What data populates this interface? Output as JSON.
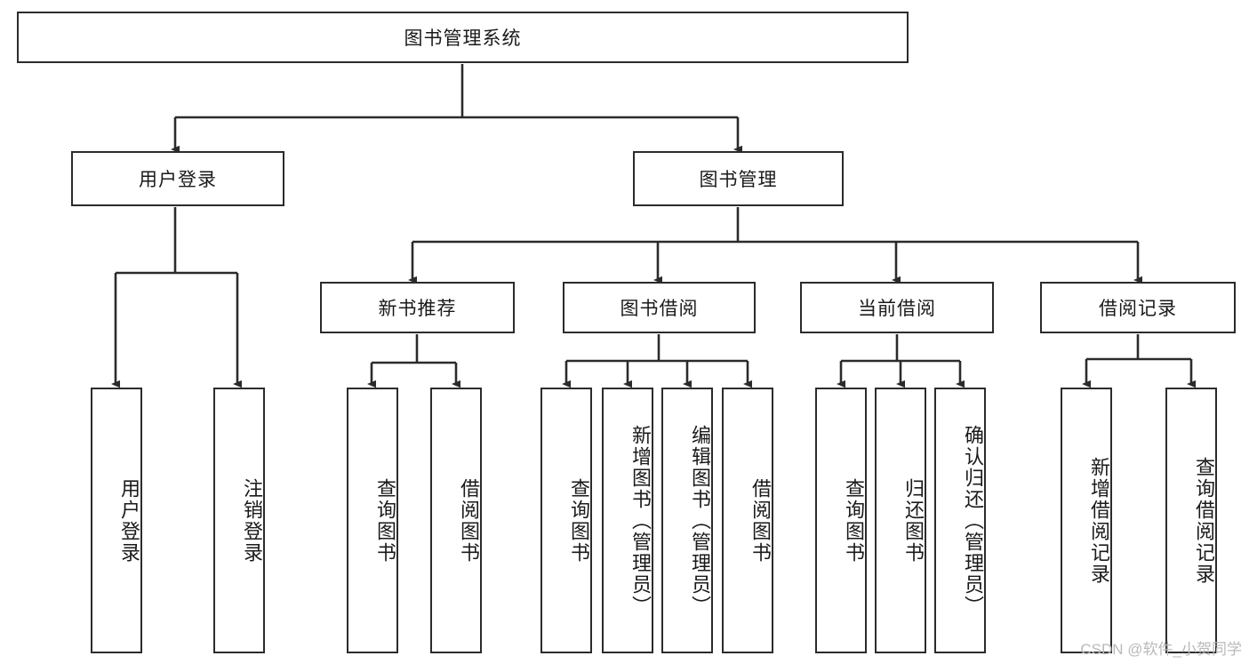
{
  "diagram": {
    "title": "图书管理系统",
    "type": "hierarchy-tree",
    "levels": 4,
    "line_color": "#2b2b2b",
    "box_fill": "#ffffff",
    "text_color": "#1a1a1a"
  },
  "root": {
    "label": "图书管理系统"
  },
  "level2": [
    {
      "label": "用户登录"
    },
    {
      "label": "图书管理"
    }
  ],
  "level3": [
    {
      "label": "新书推荐"
    },
    {
      "label": "图书借阅"
    },
    {
      "label": "当前借阅"
    },
    {
      "label": "借阅记录"
    }
  ],
  "leaves": {
    "user_login": [
      {
        "label": "用户登录"
      },
      {
        "label": "注销登录"
      }
    ],
    "new_book": [
      {
        "label": "查询图书"
      },
      {
        "label": "借阅图书"
      }
    ],
    "book_borrow": [
      {
        "label": "查询图书"
      },
      {
        "label": "新增图书（管理员）"
      },
      {
        "label": "编辑图书（管理员）"
      },
      {
        "label": "借阅图书"
      }
    ],
    "current_borrow": [
      {
        "label": "查询图书"
      },
      {
        "label": "归还图书"
      },
      {
        "label": "确认归还（管理员）"
      }
    ],
    "borrow_record": [
      {
        "label": "新增借阅记录"
      },
      {
        "label": "查询借阅记录"
      }
    ]
  },
  "watermark": {
    "text": "CSDN @软件_小贺同学"
  }
}
